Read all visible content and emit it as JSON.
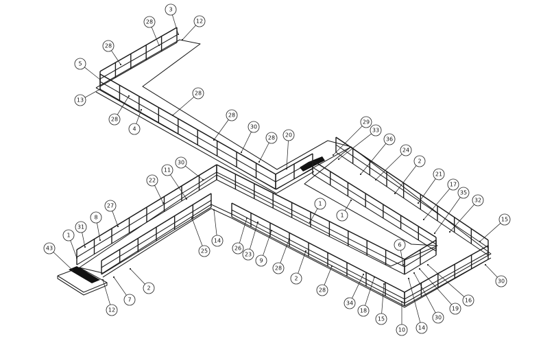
{
  "callouts": [
    "3",
    "28",
    "12",
    "28",
    "5",
    "13",
    "28",
    "4",
    "28",
    "28",
    "30",
    "28",
    "20",
    "29",
    "33",
    "36",
    "24",
    "2",
    "21",
    "17",
    "35",
    "32",
    "15",
    "30",
    "11",
    "30",
    "22",
    "27",
    "8",
    "31",
    "1",
    "43",
    "12",
    "7",
    "2",
    "25",
    "14",
    "26",
    "23",
    "9",
    "28",
    "1",
    "2",
    "1",
    "28",
    "34",
    "18",
    "15",
    "6",
    "10",
    "14",
    "30",
    "19",
    "16"
  ]
}
